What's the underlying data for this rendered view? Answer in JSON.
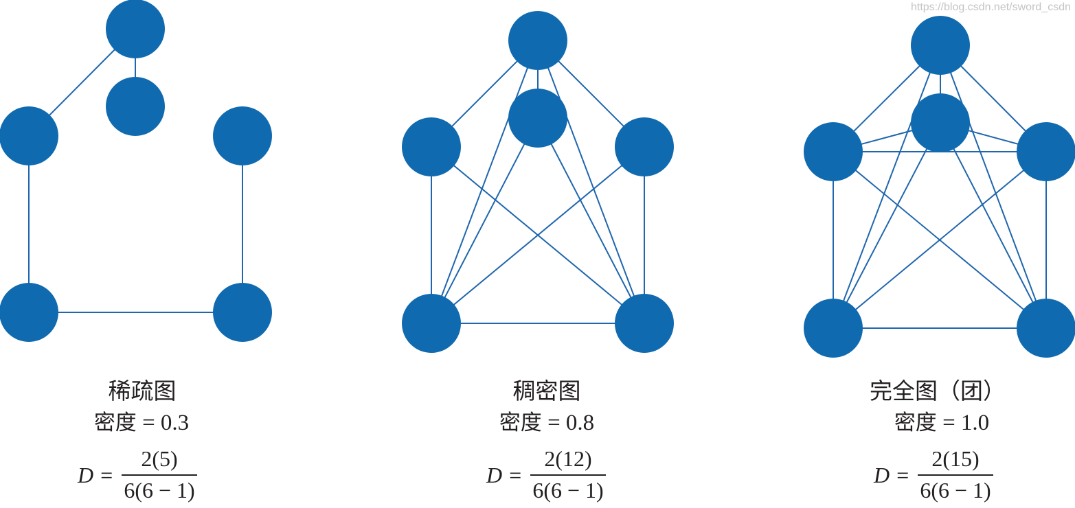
{
  "colors": {
    "node": "#106aaf",
    "edge": "#1f66ad",
    "text": "#231f20"
  },
  "graphs": [
    {
      "title": "稀疏图",
      "density_label": "密度",
      "density_value": "= 0.3",
      "formula": {
        "lhs": "D =",
        "numerator": "2(5)",
        "denominator": "6(6 − 1)"
      },
      "nodes": [
        "top",
        "mid",
        "left",
        "right",
        "bottom-left",
        "bottom-right"
      ],
      "edges": [
        [
          "top",
          "mid"
        ],
        [
          "top",
          "left"
        ],
        [
          "left",
          "bottom-left"
        ],
        [
          "bottom-left",
          "bottom-right"
        ],
        [
          "bottom-right",
          "right"
        ]
      ]
    },
    {
      "title": "稠密图",
      "density_label": "密度",
      "density_value": "= 0.8",
      "formula": {
        "lhs": "D =",
        "numerator": "2(12)",
        "denominator": "6(6 − 1)"
      },
      "nodes": [
        "top",
        "mid",
        "left",
        "right",
        "bottom-left",
        "bottom-right"
      ],
      "edges": [
        [
          "top",
          "left"
        ],
        [
          "top",
          "mid"
        ],
        [
          "top",
          "right"
        ],
        [
          "top",
          "bottom-left"
        ],
        [
          "top",
          "bottom-right"
        ],
        [
          "mid",
          "bottom-left"
        ],
        [
          "mid",
          "bottom-right"
        ],
        [
          "left",
          "bottom-left"
        ],
        [
          "left",
          "bottom-right"
        ],
        [
          "right",
          "bottom-left"
        ],
        [
          "right",
          "bottom-right"
        ],
        [
          "bottom-left",
          "bottom-right"
        ]
      ]
    },
    {
      "title": "完全图（团）",
      "density_label": "密度",
      "density_value": "= 1.0",
      "formula": {
        "lhs": "D =",
        "numerator": "2(15)",
        "denominator": "6(6 − 1)"
      },
      "nodes": [
        "top",
        "mid",
        "left",
        "right",
        "bottom-left",
        "bottom-right"
      ],
      "edges": [
        [
          "top",
          "mid"
        ],
        [
          "top",
          "left"
        ],
        [
          "top",
          "right"
        ],
        [
          "top",
          "bottom-left"
        ],
        [
          "top",
          "bottom-right"
        ],
        [
          "mid",
          "left"
        ],
        [
          "mid",
          "right"
        ],
        [
          "mid",
          "bottom-left"
        ],
        [
          "mid",
          "bottom-right"
        ],
        [
          "left",
          "right"
        ],
        [
          "left",
          "bottom-left"
        ],
        [
          "left",
          "bottom-right"
        ],
        [
          "right",
          "bottom-left"
        ],
        [
          "right",
          "bottom-right"
        ],
        [
          "bottom-left",
          "bottom-right"
        ]
      ]
    }
  ],
  "watermark": "https://blog.csdn.net/sword_csdn"
}
